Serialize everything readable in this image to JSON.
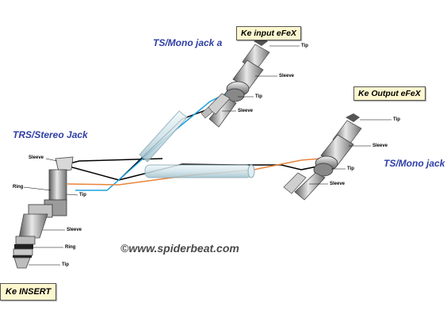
{
  "boxes": {
    "input_effect": "Ke input eFeX",
    "output_effect": "Ke Output eFeX",
    "insert": "Ke INSERT"
  },
  "titles": {
    "ts_mono_a": "TS/Mono jack  a",
    "trs_stereo": "TRS/Stereo Jack",
    "ts_mono": "TS/Mono jack"
  },
  "labels": {
    "input_tip_top": "Tip",
    "input_sleeve": "Sleeve",
    "input_tip_solder": "Tip",
    "input_sleeve_solder": "Sleeve",
    "output_tip_top": "Tip",
    "output_sleeve": "Sleeve",
    "output_tip_solder": "Tip",
    "output_sleeve_solder": "Sleeve",
    "trs_sleeve_solder": "Sleeve",
    "trs_ring_solder": "Ring",
    "trs_tip_solder": "Tip",
    "trs_sleeve": "Sleeve",
    "trs_ring": "Ring",
    "trs_tip": "Tip"
  },
  "credit": "©www.spiderbeat.com",
  "colors": {
    "title_blue": "#2f3ea5",
    "box_fill": "#fdf7cf",
    "wire_black": "#000000",
    "wire_blue": "#1aa0e0",
    "wire_orange": "#e8843a",
    "heatshrink": "#cfe3ea"
  }
}
